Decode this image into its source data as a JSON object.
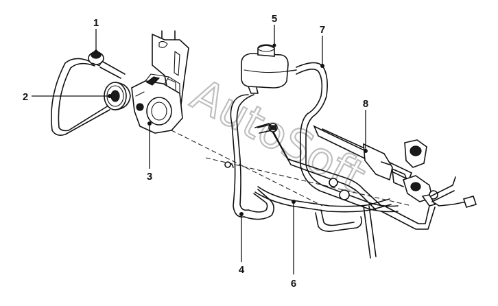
{
  "diagram": {
    "callouts": [
      {
        "id": "callout-1",
        "label": "1"
      },
      {
        "id": "callout-2",
        "label": "2"
      },
      {
        "id": "callout-3",
        "label": "3"
      },
      {
        "id": "callout-4",
        "label": "4"
      },
      {
        "id": "callout-5",
        "label": "5"
      },
      {
        "id": "callout-6",
        "label": "6"
      },
      {
        "id": "callout-7",
        "label": "7"
      },
      {
        "id": "callout-8",
        "label": "8"
      }
    ],
    "watermark": "AutoSoft"
  }
}
